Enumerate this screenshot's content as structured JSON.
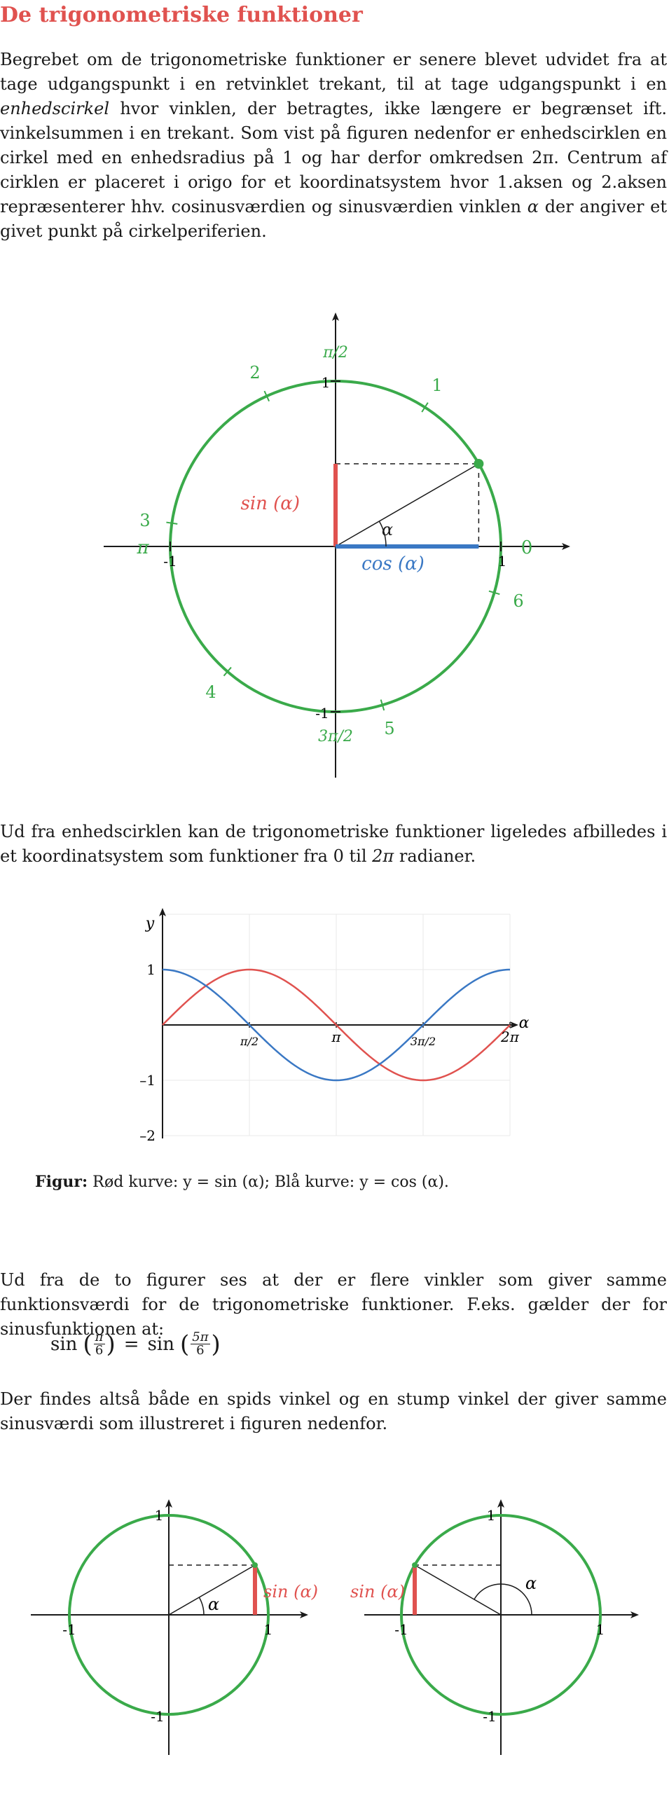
{
  "title": "De trigonometriske funktioner",
  "para1": {
    "part1": "Begrebet om de trigonometriske funktioner er senere blevet udvidet fra at tage udgangspunkt i en retvinklet trekant, til at tage udgangspunkt i en",
    "emph": "enhedscirkel",
    "part2": "hvor vinklen, der betragtes, ikke længere er begrænset ift. vinkelsummen i en trekant. Som vist på figuren nedenfor er enhedscirklen en cirkel med en enhedsradius på 1 og har derfor omkredsen 2π. Centrum af cirklen er placeret i origo for et koordinatsystem hvor 1.aksen og 2.aksen repræsenterer hhv. cosinusværdien og sinusværdien vinklen",
    "alpha": "α",
    "part3": "der angiver et givet punkt på cirkelperiferien."
  },
  "unit_circle": {
    "sin_label": "sin (α)",
    "cos_label": "cos (α)",
    "alpha_label": "α",
    "angle_deg": 30,
    "tick_labels": [
      "1",
      "1",
      "-1",
      "-1"
    ],
    "angle_marks": {
      "zero": "0",
      "pi": "π",
      "half_pi": "π/2",
      "three_half_pi": "3π/2"
    },
    "arc_numbers": [
      "1",
      "2",
      "3",
      "4",
      "5",
      "6"
    ]
  },
  "para2": {
    "part1": "Ud fra enhedscirklen kan de trigonometriske funktioner ligeledes afbilledes i et koordinatsystem som funktioner fra",
    "zero": "0",
    "part2": "til",
    "two_pi": "2π",
    "part3": "radianer."
  },
  "chart_data": {
    "type": "line",
    "xlabel": "α",
    "ylabel": "y",
    "xlim": [
      0,
      6.2832
    ],
    "ylim": [
      -2,
      1.1
    ],
    "x_tick_labels": [
      "π/2",
      "π",
      "3π/2",
      "2π"
    ],
    "y_tick_labels": [
      "1",
      "–1",
      "–2"
    ],
    "grid": true,
    "series": [
      {
        "function": "sin",
        "color": "#e0524f"
      },
      {
        "function": "cos",
        "color": "#3a78c4"
      }
    ]
  },
  "caption": {
    "label": "Figur:",
    "text": "Rød kurve: y = sin (α); Blå kurve: y = cos (α)."
  },
  "para3": "Ud fra de to figurer ses at der er flere vinkler som giver samme funktionsværdi for de trigonometriske funktioner. F.eks. gælder der for sinusfunktionen at:",
  "formula": {
    "left_fn": "sin",
    "left_num": "π",
    "left_den": "6",
    "equals": "=",
    "right_fn": "sin",
    "right_num": "5π",
    "right_den": "6"
  },
  "para4": "Der findes altså både en spids vinkel og en stump vinkel der giver samme sinusværdi som illustreret i figuren nedenfor.",
  "small_circles": [
    {
      "sin_label": "sin (α)",
      "alpha_label": "α",
      "angle_deg": 30,
      "tick_labels": [
        "1",
        "1",
        "-1",
        "-1"
      ]
    },
    {
      "sin_label": "sin (α)",
      "alpha_label": "α",
      "angle_deg": 150,
      "tick_labels": [
        "1",
        "1",
        "-1",
        "-1"
      ]
    }
  ],
  "colors": {
    "title": "#e0524f",
    "circle": "#3aaa4a",
    "sin": "#e0524f",
    "cos": "#3a78c4",
    "grid": "#e8e8e8"
  }
}
